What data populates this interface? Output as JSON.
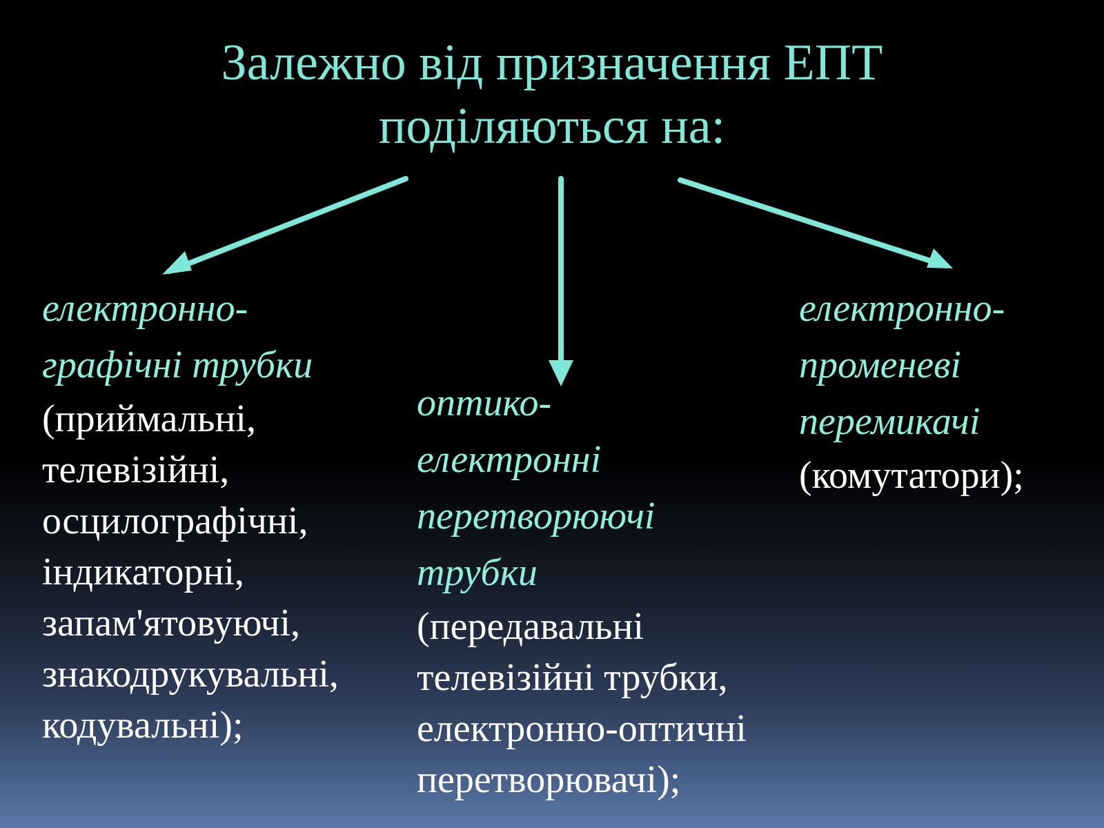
{
  "title": {
    "line1": "Залежно від призначення ЕПТ",
    "line2": "поділяються на:"
  },
  "accent_color": "#7fe8d8",
  "left": {
    "italic": [
      "електронно-",
      "графічні трубки"
    ],
    "regular": [
      "(приймальні,",
      "телевізійні,",
      "осцилографічні,",
      "індикаторні,",
      "запам'ятовуючі,",
      "знакодрукувальні,",
      "кодувальні);"
    ]
  },
  "middle": {
    "italic": [
      "оптико-",
      "електронні",
      "перетворюючі",
      "трубки"
    ],
    "regular": [
      "(передавальні",
      "телевізійні трубки,",
      "електронно-оптичні",
      "перетворювачі);"
    ]
  },
  "right": {
    "italic": [
      "електронно-",
      "променеві",
      "перемикачі"
    ],
    "regular": [
      "(комутатори);"
    ]
  }
}
